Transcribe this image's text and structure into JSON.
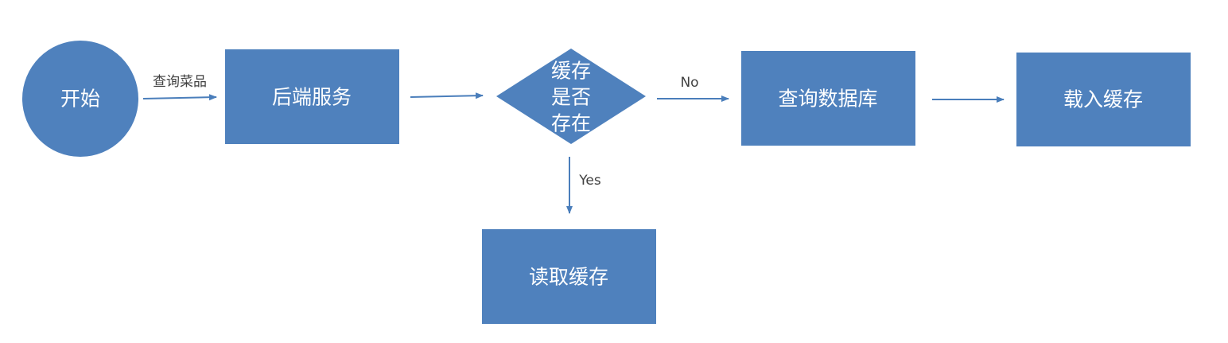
{
  "colors": {
    "node_fill": "#4f81bd",
    "arrow": "#4a7ebb",
    "node_text": "#ffffff",
    "label_text": "#404040"
  },
  "nodes": {
    "start": {
      "label": "开始",
      "shape": "circle"
    },
    "backend": {
      "label": "后端服务",
      "shape": "rectangle"
    },
    "decision": {
      "lines": [
        "缓存",
        "是否",
        "存在"
      ],
      "shape": "diamond"
    },
    "query_db": {
      "label": "查询数据库",
      "shape": "rectangle"
    },
    "load_cache": {
      "label": "载入缓存",
      "shape": "rectangle"
    },
    "read_cache": {
      "label": "读取缓存",
      "shape": "rectangle"
    }
  },
  "edges": {
    "start_to_backend": {
      "label": "查询菜品"
    },
    "backend_to_decision": {
      "label": ""
    },
    "decision_to_query": {
      "label": "No"
    },
    "query_to_load": {
      "label": ""
    },
    "decision_to_read": {
      "label": "Yes"
    }
  }
}
